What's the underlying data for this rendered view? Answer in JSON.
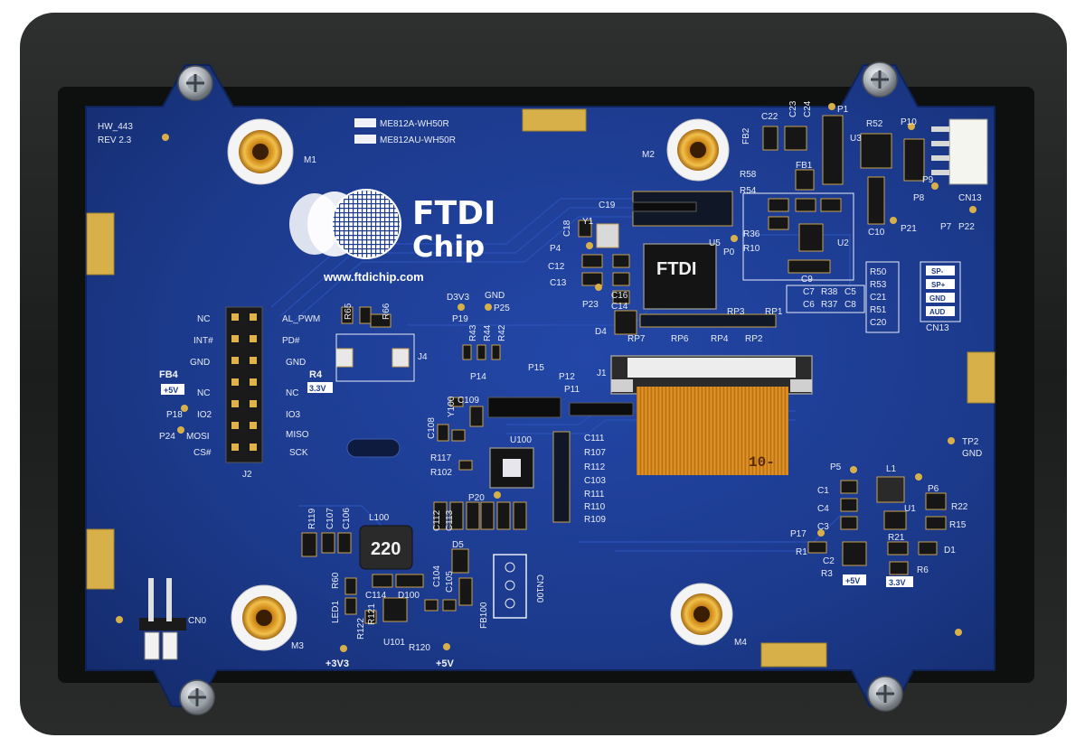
{
  "board": {
    "hw_id": "HW_443",
    "revision": "REV 2.3",
    "models": [
      "ME812A-WH50R",
      "ME812AU-WH50R"
    ],
    "website": "www.ftdichip.com"
  },
  "brand": {
    "name_top": "FTDI",
    "name_bottom": "Chip"
  },
  "inductor_marking": "220",
  "fpc_marking": "10-",
  "mount_holes": {
    "m1": "M1",
    "m2": "M2",
    "m3": "M3",
    "m4": "M4"
  },
  "connector_labels": {
    "j1": "J1",
    "j2": "J2",
    "j4": "J4",
    "cn0": "CN0",
    "cn13": "CN13",
    "cn13_box": "CN13",
    "cn100": "CN100"
  },
  "j2_left_pins": [
    "NC",
    "INT#",
    "GND",
    "NC",
    "IO2",
    "MOSI",
    "CS#"
  ],
  "j2_right_pins": [
    "AL_PWM",
    "PD#",
    "GND",
    "NC",
    "IO3",
    "MISO",
    "SCK"
  ],
  "cn13_pins": [
    "SP-",
    "SP+",
    "GND",
    "AUD"
  ],
  "power_labels": {
    "v5_badge": "+5V",
    "v33_badge": "3.3V",
    "plus_3v3": "+3V3",
    "plus_5v": "+5V",
    "gnd": "GND",
    "d3v3": "D3V3",
    "tp2": "TP2",
    "tp2_gnd": "GND",
    "c2_5v": "+5V",
    "r6_33": "3.3V"
  },
  "test_points": [
    "P0",
    "P1",
    "P4",
    "P5",
    "P6",
    "P7",
    "P8",
    "P9",
    "P10",
    "P11",
    "P12",
    "P14",
    "P15",
    "P17",
    "P18",
    "P19",
    "P20",
    "P21",
    "P22",
    "P23",
    "P24",
    "P25"
  ],
  "components": {
    "top_right": [
      "C22",
      "C23",
      "C24",
      "FB2",
      "FB1",
      "R52",
      "U3",
      "R58",
      "R54",
      "R36",
      "R10",
      "U2",
      "C9",
      "U5",
      "C19",
      "Y1",
      "C18",
      "C12",
      "C13",
      "C16",
      "C14",
      "D4",
      "R50",
      "R53",
      "C21",
      "R51",
      "C20",
      "C10",
      "C7",
      "R38",
      "C5",
      "C6",
      "R37",
      "C8",
      "RP1",
      "RP3",
      "RP4",
      "RP6",
      "RP7",
      "RP2"
    ],
    "center": [
      "R65",
      "R66",
      "R43",
      "R44",
      "R42",
      "C109",
      "Y100",
      "C108",
      "R117",
      "R102",
      "U100",
      "C111",
      "R107",
      "R112",
      "C103",
      "R111",
      "R110",
      "R109",
      "C112",
      "C113"
    ],
    "bottom_left": [
      "R119",
      "C107",
      "C106",
      "L100",
      "D5",
      "C104",
      "C105",
      "C114",
      "D100",
      "LED1",
      "R60",
      "R122",
      "R121",
      "U101",
      "R120",
      "FB100"
    ],
    "right": [
      "L1",
      "U1",
      "R22",
      "R15",
      "R21",
      "D1",
      "R6",
      "R1",
      "C1",
      "C4",
      "C3",
      "C2",
      "R3"
    ],
    "left": [
      "FB4",
      "R4"
    ]
  },
  "colors": {
    "pcb_blue": "#1c3a8c",
    "bezel": "#202222",
    "silkscreen": "#e8ecf6",
    "gold_pad": "#d8b04a",
    "fpc_amber": "#d98a1e"
  }
}
